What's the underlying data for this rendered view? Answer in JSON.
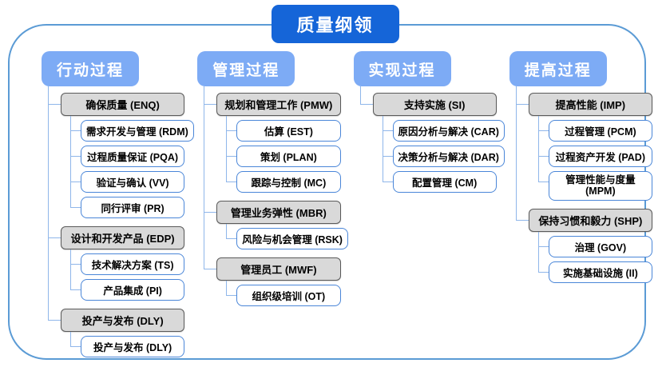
{
  "title": "质量纲领",
  "colors": {
    "title_bg": "#1565d8",
    "column_header_bg": "#7dabf5",
    "group_node_fill": "#d9d9d9",
    "group_node_border": "#595959",
    "leaf_node_border": "#4a86d8",
    "connector": "#8fb6ea",
    "frame_border": "#5b9bd5",
    "text": "#000000"
  },
  "columns": [
    {
      "header": "行动过程",
      "groups": [
        {
          "label": "确保质量 (ENQ)",
          "children": [
            "需求开发与管理 (RDM)",
            "过程质量保证 (PQA)",
            "验证与确认 (VV)",
            "同行评审 (PR)"
          ]
        },
        {
          "label": "设计和开发产品 (EDP)",
          "children": [
            "技术解决方案 (TS)",
            "产品集成 (PI)"
          ]
        },
        {
          "label": "投产与发布 (DLY)",
          "children": [
            "投产与发布 (DLY)"
          ]
        }
      ]
    },
    {
      "header": "管理过程",
      "groups": [
        {
          "label": "规划和管理工作 (PMW)",
          "children": [
            "估算 (EST)",
            "策划 (PLAN)",
            "跟踪与控制 (MC)"
          ]
        },
        {
          "label": "管理业务弹性 (MBR)",
          "children": [
            "风险与机会管理 (RSK)"
          ]
        },
        {
          "label": "管理员工 (MWF)",
          "children": [
            "组织级培训 (OT)"
          ]
        }
      ]
    },
    {
      "header": "实现过程",
      "groups": [
        {
          "label": "支持实施 (SI)",
          "children": [
            "原因分析与解决 (CAR)",
            "决策分析与解决 (DAR)",
            "配置管理 (CM)"
          ]
        }
      ]
    },
    {
      "header": "提高过程",
      "groups": [
        {
          "label": "提高性能 (IMP)",
          "children": [
            "过程管理 (PCM)",
            "过程资产开发 (PAD)",
            "管理性能与度量 (MPM)"
          ]
        },
        {
          "label": "保持习惯和毅力 (SHP)",
          "children": [
            "治理 (GOV)",
            "实施基础设施 (II)"
          ]
        }
      ]
    }
  ]
}
